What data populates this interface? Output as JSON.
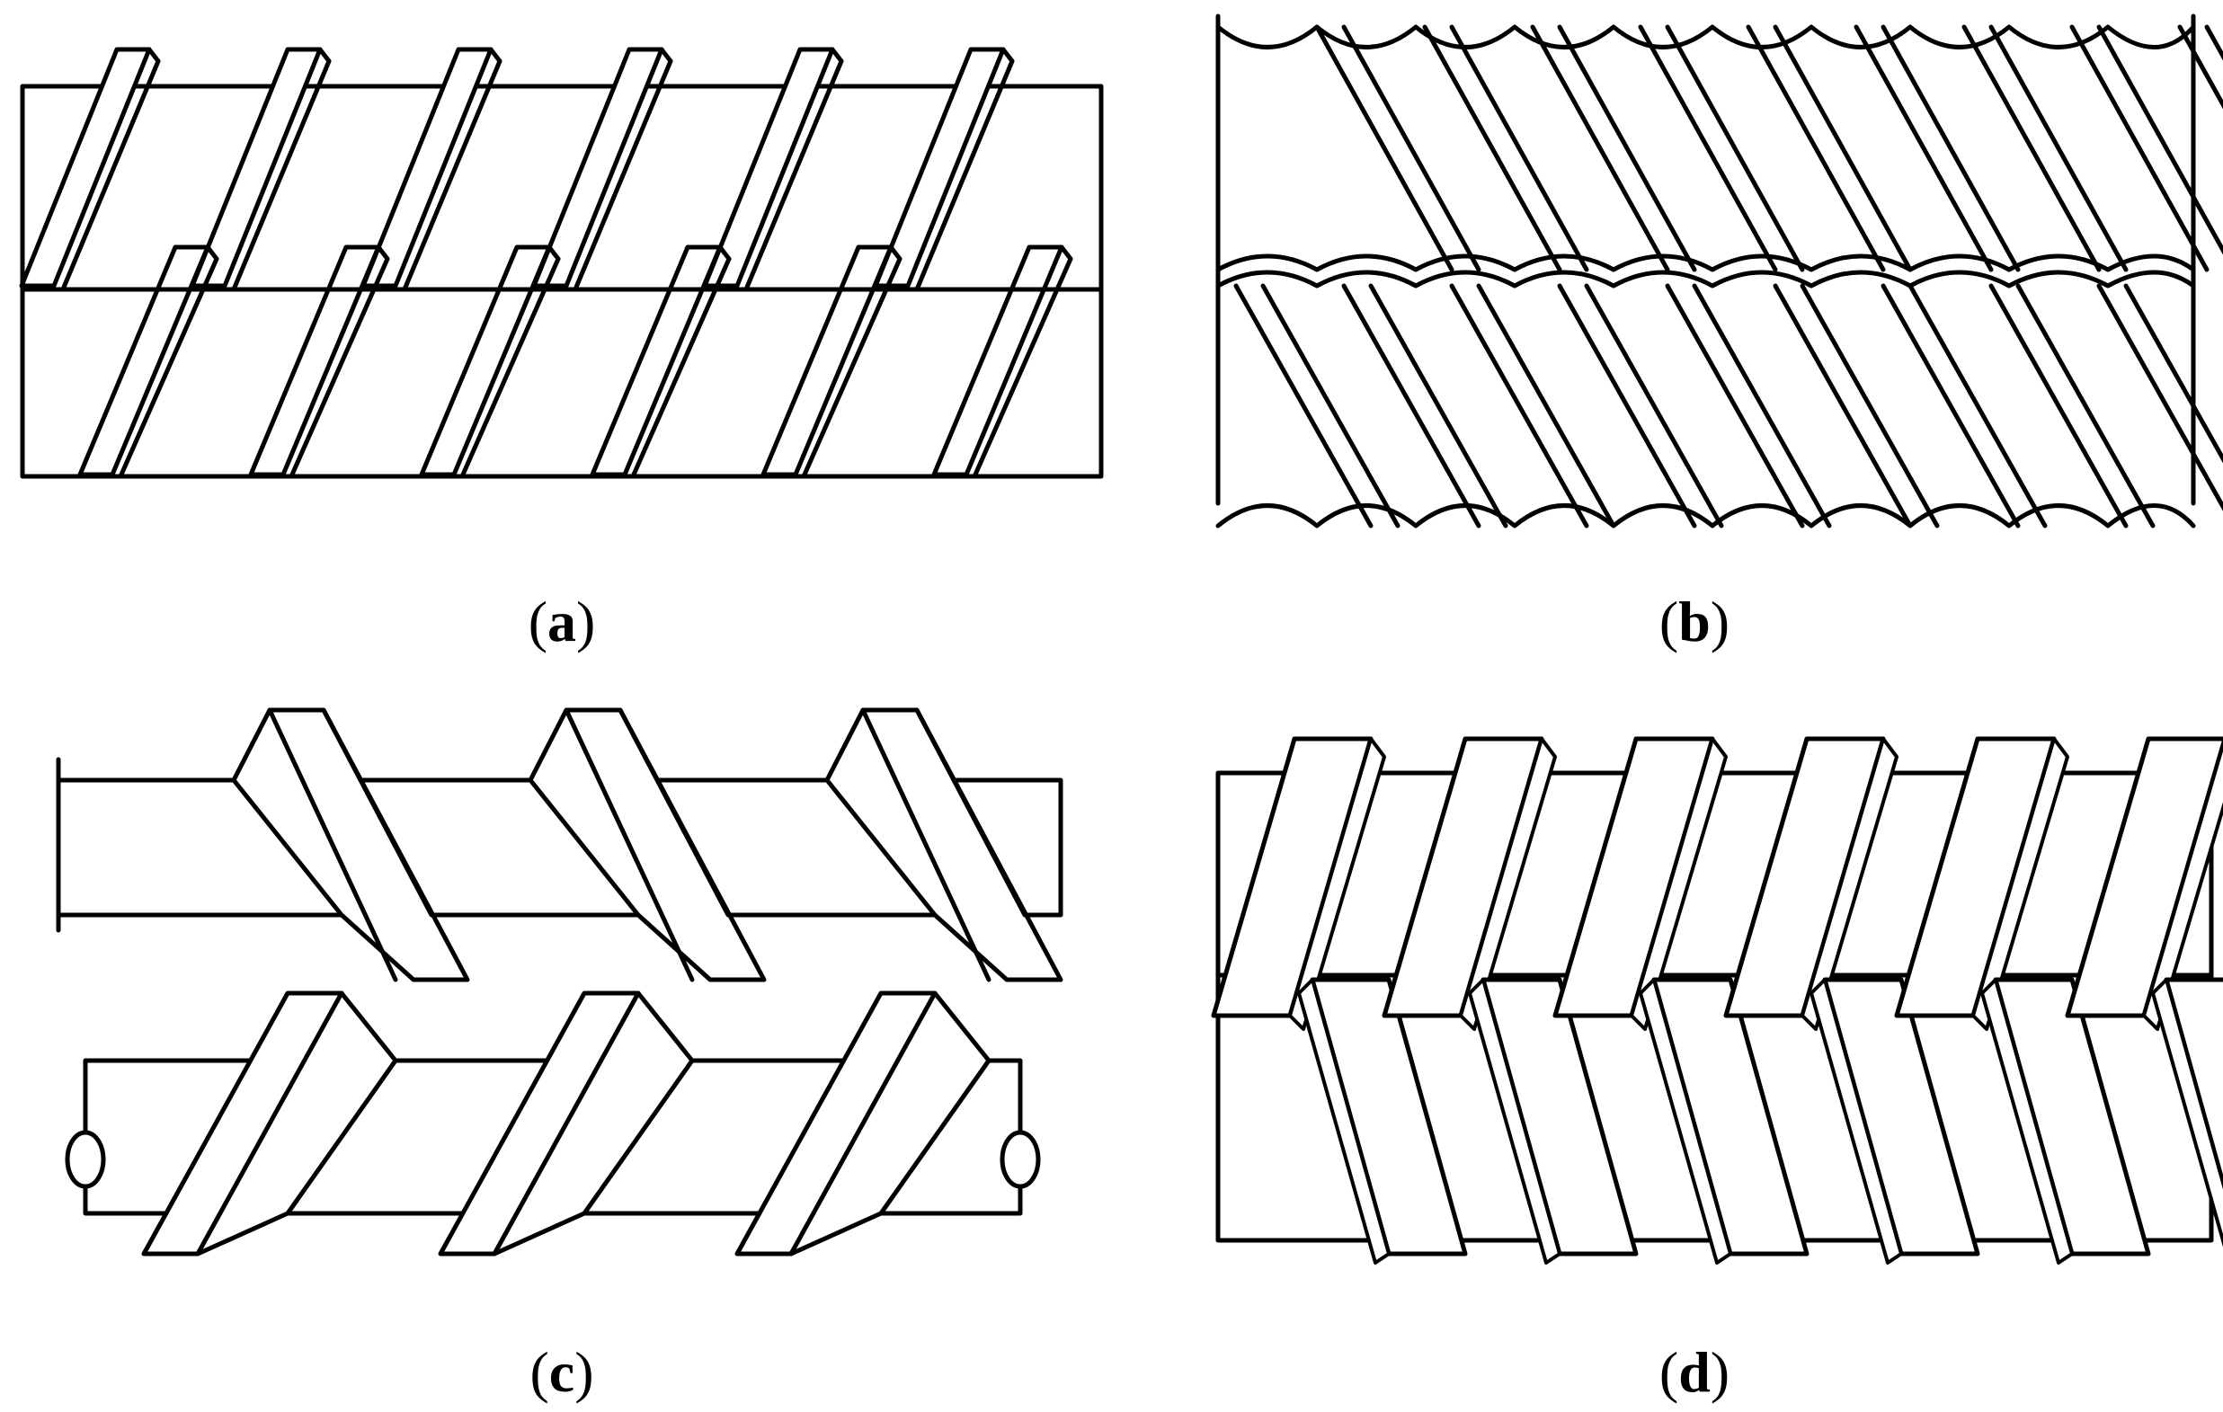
{
  "panels": [
    {
      "id": "a",
      "caption_open": "(",
      "caption_letter": "a",
      "caption_close": ")"
    },
    {
      "id": "b",
      "caption_open": "(",
      "caption_letter": "b",
      "caption_close": ")"
    },
    {
      "id": "c",
      "caption_open": "(",
      "caption_letter": "c",
      "caption_close": ")"
    },
    {
      "id": "d",
      "caption_open": "(",
      "caption_letter": "d",
      "caption_close": ")"
    }
  ],
  "style": {
    "stroke_color": "#000000",
    "background": "#ffffff"
  }
}
